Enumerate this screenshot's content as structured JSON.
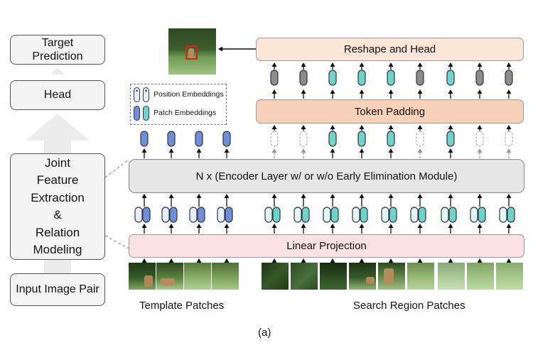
{
  "left_column": {
    "target_prediction": "Target\nPrediction",
    "head": "Head",
    "joint": "Joint\nFeature\nExtraction\n&\nRelation\nModeling",
    "input": "Input Image Pair"
  },
  "main": {
    "reshape_head": "Reshape and Head",
    "token_padding": "Token Padding",
    "encoder": "N x (Encoder Layer w/ or w/o Early Elimination Module)",
    "linear_projection": "Linear Projection"
  },
  "legend": {
    "position_embeddings": "Position Embeddings",
    "patch_embeddings": "Patch Embeddings",
    "position_symbol": "*"
  },
  "template_indices": [
    "1",
    "2",
    "3",
    "4"
  ],
  "search_indices": [
    "1",
    "2",
    "3",
    "4",
    "5",
    "6",
    "7",
    "8",
    "9"
  ],
  "captions": {
    "template": "Template Patches",
    "search": "Search Region Patches",
    "figure": "(a)"
  },
  "colors": {
    "template_token": "#6f8fd8",
    "search_token": "#6fd4c8",
    "gray_token": "#8c8c8c",
    "reshape_fill": "#fbe6d8",
    "padding_fill": "#f7d1b8",
    "encoder_fill": "#e6e6e6",
    "projection_fill": "#fbe0e4",
    "box_red": "#e02020"
  }
}
